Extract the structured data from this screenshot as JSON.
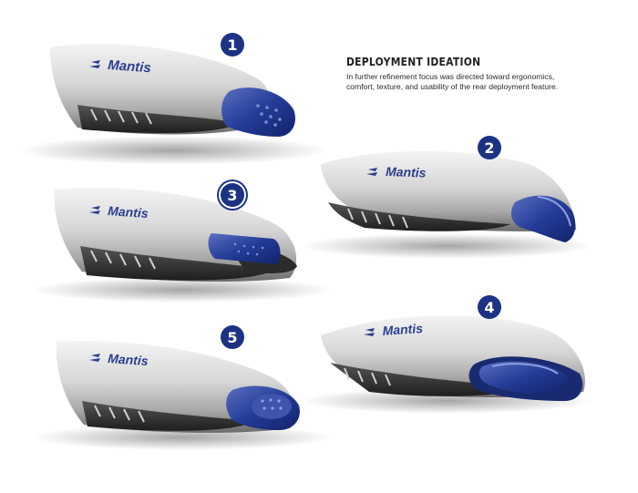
{
  "header": {
    "title": "DEPLOYMENT IDEATION",
    "description_line1": "In further refinement focus was directed toward ergonomics,",
    "description_line2": "comfort, texture, and usability of the rear deployment feature."
  },
  "brand": "Mantis",
  "concepts": [
    {
      "number": "1",
      "feature": "rounded dotted rear cap"
    },
    {
      "number": "2",
      "feature": "swept hook rear tip"
    },
    {
      "number": "3",
      "feature": "sliding textured button"
    },
    {
      "number": "4",
      "feature": "recessed oval thumb pad"
    },
    {
      "number": "5",
      "feature": "domed dotted rear button"
    }
  ],
  "colors": {
    "accent": "#1c3283",
    "body_silver": "#dadada",
    "grip_dark": "#3a3a3a",
    "logo_blue": "#2a3f8f"
  }
}
